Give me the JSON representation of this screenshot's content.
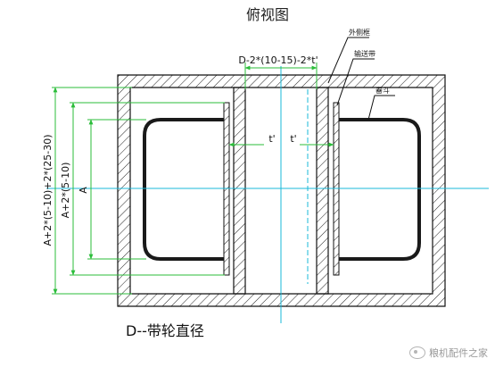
{
  "drawing": {
    "title": "俯视图",
    "dims": {
      "top_clearance": "D-2*(10-15)-2*t'",
      "t_left": "t'",
      "t_right": "t'",
      "outer_height": "A+2*(5-10)+2*(25-30)",
      "inner_height": "A+2*(5-10)",
      "bucket_height": "A"
    },
    "leaders": {
      "outer_casing": "外侧框",
      "conveyor_belt": "输送带",
      "bucket": "畚斗"
    },
    "note": "D--带轮直径"
  },
  "watermark": {
    "icon": "wechat-icon",
    "text": "粮机配件之家"
  },
  "colors": {
    "outline": "#111111",
    "dimension": "#2bbd3a",
    "centerline": "#18b8d8",
    "bucket": "#1a1a1a"
  }
}
